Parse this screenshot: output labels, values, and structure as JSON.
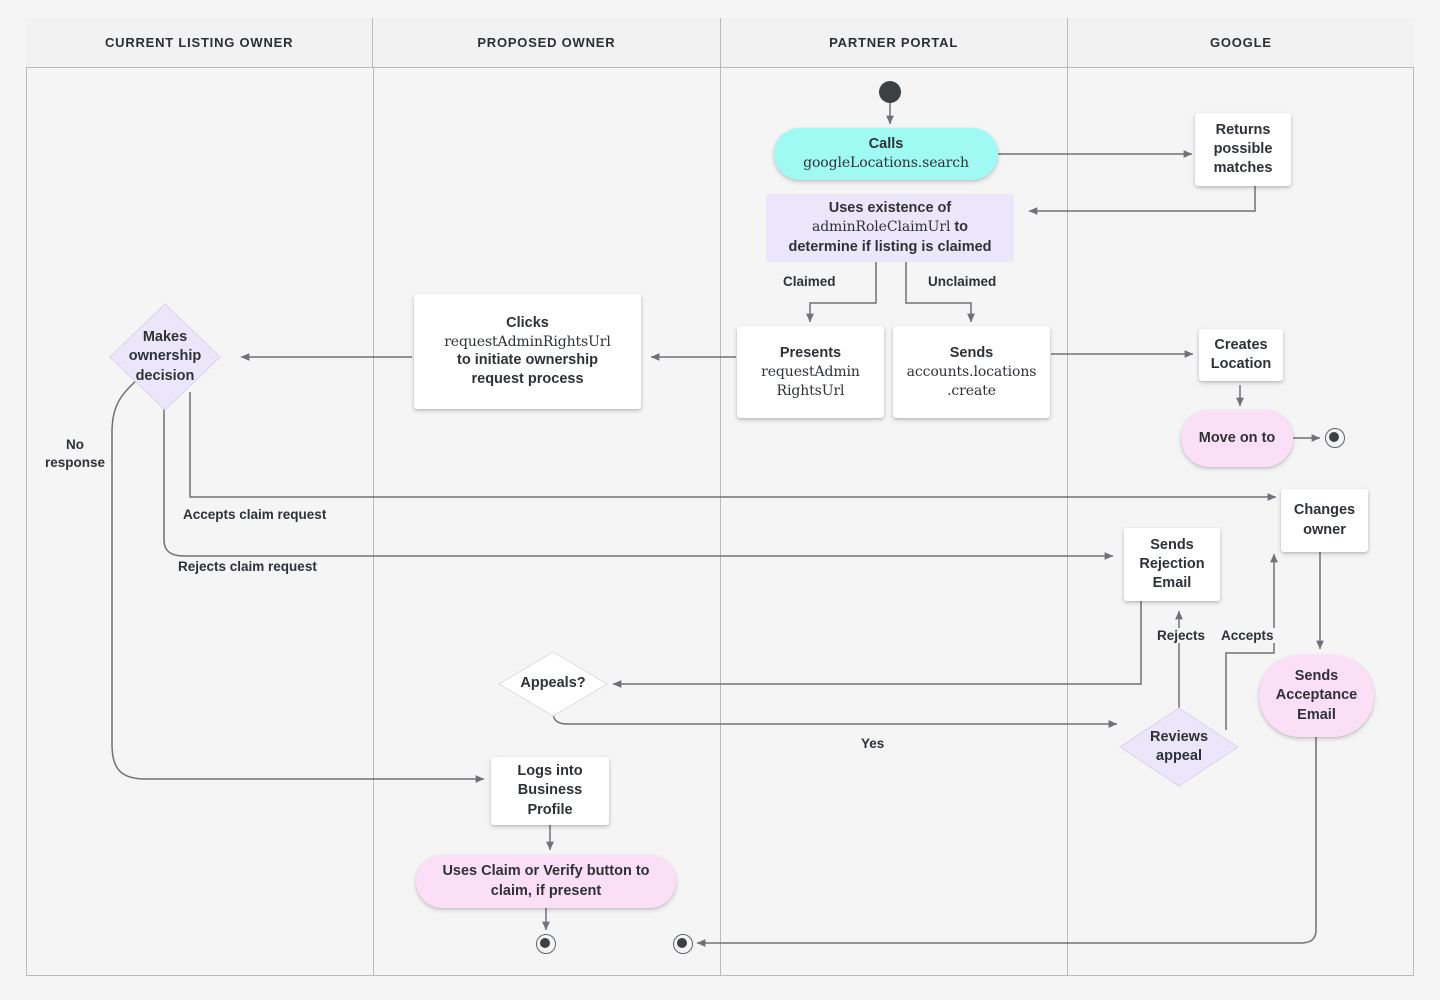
{
  "diagram": {
    "type": "swimlane-flowchart",
    "title": "Business Profile listing ownership transfer flow",
    "colors": {
      "background": "#f5f5f6",
      "lane_border": "#b9babd",
      "lane_header_fill": "#f2f2f3",
      "node_white": "#ffffff",
      "node_cyan": "#9ffaf4",
      "node_lavender": "#ece6fb",
      "node_pink": "#fbdff7",
      "edge_stroke": "#6e7276",
      "text": "#2e3236"
    }
  },
  "lanes": [
    {
      "id": "current-listing-owner",
      "label": "CURRENT LISTING OWNER"
    },
    {
      "id": "proposed-owner",
      "label": "PROPOSED OWNER"
    },
    {
      "id": "partner-portal",
      "label": "PARTNER PORTAL"
    },
    {
      "id": "google",
      "label": "GOOGLE"
    }
  ],
  "nodes": {
    "calls_search": {
      "line1": "Calls",
      "line2": "googleLocations.search",
      "shape": "pill",
      "fill": "cyan",
      "lane": "partner-portal"
    },
    "returns_matches": {
      "text": "Returns\npossible\nmatches",
      "shape": "rect",
      "fill": "white",
      "lane": "google"
    },
    "uses_existence": {
      "line1": "Uses existence of",
      "line2": "adminRoleClaimUrl",
      "line2_suffix": " to",
      "line3": "determine if listing is claimed",
      "shape": "flat",
      "fill": "lavender",
      "lane": "partner-portal"
    },
    "presents_url": {
      "line1": "Presents",
      "line2": "requestAdmin",
      "line3": "RightsUrl",
      "shape": "rect",
      "fill": "white",
      "lane": "partner-portal"
    },
    "sends_create": {
      "line1": "Sends",
      "line2": "accounts.locations",
      "line3": ".create",
      "shape": "rect",
      "fill": "white",
      "lane": "partner-portal"
    },
    "creates_location": {
      "text": "Creates\nLocation",
      "shape": "rect",
      "fill": "white",
      "lane": "google"
    },
    "move_on_to": {
      "text": "Move on to",
      "shape": "pill",
      "fill": "pink",
      "lane": "google"
    },
    "clicks_url": {
      "line1": "Clicks",
      "line2": "requestAdminRightsUrl",
      "line3": "to initiate ownership",
      "line4": "request process",
      "shape": "rect",
      "fill": "white",
      "lane": "proposed-owner"
    },
    "makes_decision": {
      "text": "Makes\nownership\ndecision",
      "shape": "diamond",
      "fill": "lavender",
      "lane": "current-listing-owner"
    },
    "changes_owner": {
      "text": "Changes\nowner",
      "shape": "rect",
      "fill": "white",
      "lane": "google"
    },
    "sends_rejection": {
      "text": "Sends\nRejection\nEmail",
      "shape": "rect",
      "fill": "white",
      "lane": "google"
    },
    "sends_acceptance": {
      "text": "Sends\nAcceptance\nEmail",
      "shape": "pill",
      "fill": "pink",
      "lane": "google"
    },
    "reviews_appeal": {
      "text": "Reviews\nappeal",
      "shape": "diamond",
      "fill": "lavender",
      "lane": "google"
    },
    "appeals": {
      "text": "Appeals?",
      "shape": "diamond",
      "fill": "white",
      "lane": "proposed-owner"
    },
    "logs_into": {
      "text": "Logs into\nBusiness\nProfile",
      "shape": "rect",
      "fill": "white",
      "lane": "proposed-owner"
    },
    "uses_claim_button": {
      "text": "Uses Claim or Verify button to claim, if present",
      "shape": "pill",
      "fill": "pink",
      "lane": "proposed-owner"
    }
  },
  "edge_labels": {
    "claimed": "Claimed",
    "unclaimed": "Unclaimed",
    "no_response": "No\nresponse",
    "accepts_claim": "Accepts claim request",
    "rejects_claim": "Rejects claim request",
    "rejects": "Rejects",
    "accepts": "Accepts",
    "yes": "Yes"
  },
  "markers": {
    "start": "start-node",
    "end_google": "final-state-node",
    "end_proposed": "final-state-node",
    "end_partner": "final-state-node"
  }
}
